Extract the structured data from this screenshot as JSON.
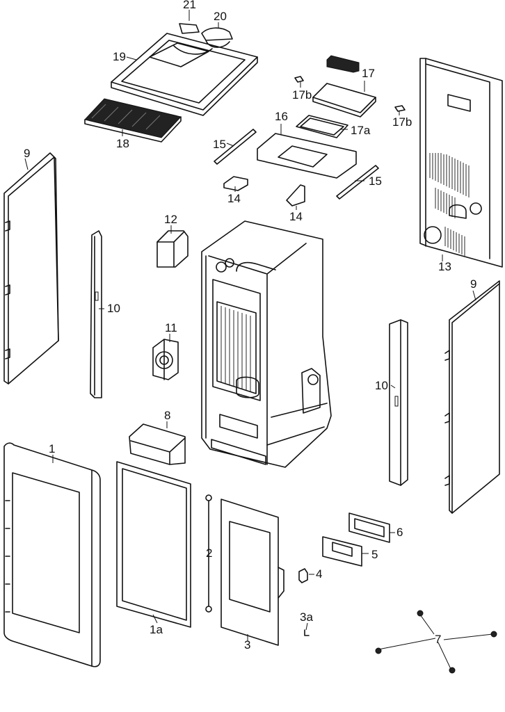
{
  "diagram": {
    "labels": {
      "l1": "1",
      "l1a": "1a",
      "l2": "2",
      "l3": "3",
      "l3a": "3a",
      "l4": "4",
      "l5": "5",
      "l6": "6",
      "l7": "7",
      "l8": "8",
      "l9a": "9",
      "l9b": "9",
      "l10a": "10",
      "l10b": "10",
      "l11": "11",
      "l12": "12",
      "l13": "13",
      "l14a": "14",
      "l14b": "14",
      "l15a": "15",
      "l15b": "15",
      "l16": "16",
      "l17": "17",
      "l17a": "17a",
      "l17b1": "17b",
      "l17b2": "17b",
      "l18": "18",
      "l19": "19",
      "l20": "20",
      "l21": "21"
    }
  }
}
